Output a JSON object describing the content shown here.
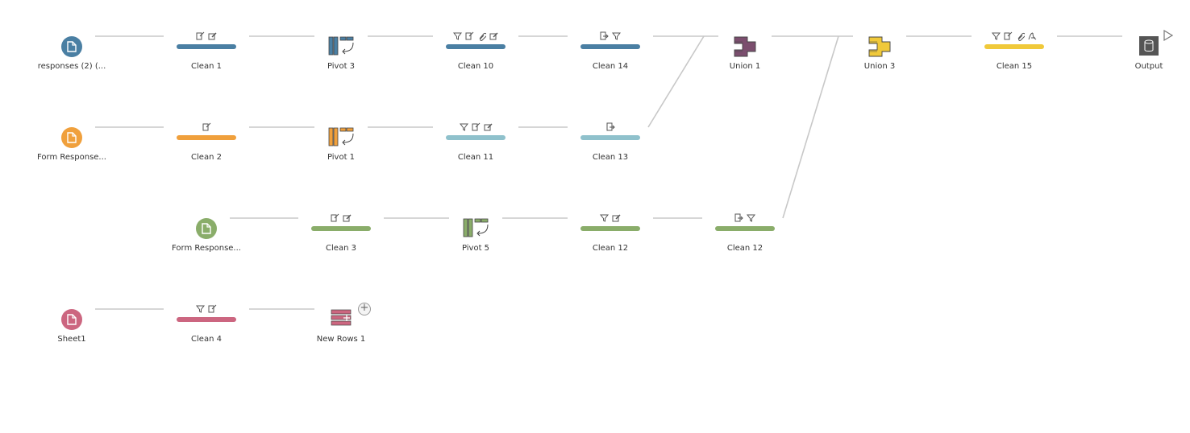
{
  "colors": {
    "blue": "#4a7fa3",
    "orange": "#f0a03c",
    "teal": "#8fc1cc",
    "green": "#8aad6a",
    "pink": "#cc6680",
    "purple": "#7b4e6e",
    "yellow": "#f0c93a",
    "gray": "#555555",
    "line": "#c8c8c8"
  },
  "nodes": [
    {
      "id": "n-responses",
      "kind": "input",
      "label": "responses (2) (...",
      "color": "blue",
      "col": 0,
      "row": 0
    },
    {
      "id": "n-clean1",
      "kind": "clean",
      "label": "Clean 1",
      "color": "blue",
      "col": 1,
      "row": 0,
      "icons": [
        "rename-icon",
        "edit-icon"
      ]
    },
    {
      "id": "n-pivot3",
      "kind": "pivot",
      "label": "Pivot 3",
      "color": "blue",
      "col": 2,
      "row": 0
    },
    {
      "id": "n-clean10",
      "kind": "clean",
      "label": "Clean 10",
      "color": "blue",
      "col": 3,
      "row": 0,
      "icons": [
        "filter-icon",
        "rename-icon",
        "clip-icon",
        "edit-icon"
      ]
    },
    {
      "id": "n-clean14",
      "kind": "clean",
      "label": "Clean 14",
      "color": "blue",
      "col": 4,
      "row": 0,
      "icons": [
        "calc-icon",
        "filter-icon"
      ]
    },
    {
      "id": "n-union1",
      "kind": "union",
      "label": "Union 1",
      "color": "purple",
      "col": 5,
      "row": 0
    },
    {
      "id": "n-union3",
      "kind": "union",
      "label": "Union 3",
      "color": "yellow",
      "col": 6,
      "row": 0
    },
    {
      "id": "n-clean15",
      "kind": "clean",
      "label": "Clean 15",
      "color": "yellow",
      "col": 7,
      "row": 0,
      "icons": [
        "filter-icon",
        "rename-icon",
        "clip-icon",
        "split-icon"
      ]
    },
    {
      "id": "n-output",
      "kind": "output",
      "label": "Output",
      "color": "gray",
      "col": 8,
      "row": 0
    },
    {
      "id": "n-form1",
      "kind": "input",
      "label": "Form Response...",
      "color": "orange",
      "col": 0,
      "row": 1
    },
    {
      "id": "n-clean2",
      "kind": "clean",
      "label": "Clean 2",
      "color": "orange",
      "col": 1,
      "row": 1,
      "icons": [
        "rename-icon"
      ]
    },
    {
      "id": "n-pivot1",
      "kind": "pivot",
      "label": "Pivot 1",
      "color": "orange",
      "col": 2,
      "row": 1
    },
    {
      "id": "n-clean11",
      "kind": "clean",
      "label": "Clean 11",
      "color": "teal",
      "col": 3,
      "row": 1,
      "icons": [
        "filter-icon",
        "rename-icon",
        "edit-icon"
      ]
    },
    {
      "id": "n-clean13",
      "kind": "clean",
      "label": "Clean 13",
      "color": "teal",
      "col": 4,
      "row": 1,
      "icons": [
        "calc-icon"
      ]
    },
    {
      "id": "n-form2",
      "kind": "input",
      "label": "Form Response...",
      "color": "green",
      "col": 1,
      "row": 2
    },
    {
      "id": "n-clean3",
      "kind": "clean",
      "label": "Clean 3",
      "color": "green",
      "col": 2,
      "row": 2,
      "icons": [
        "rename-icon",
        "edit-icon"
      ]
    },
    {
      "id": "n-pivot5",
      "kind": "pivot",
      "label": "Pivot 5",
      "color": "green",
      "col": 3,
      "row": 2
    },
    {
      "id": "n-clean12a",
      "kind": "clean",
      "label": "Clean 12",
      "color": "green",
      "col": 4,
      "row": 2,
      "icons": [
        "filter-icon",
        "edit-icon"
      ]
    },
    {
      "id": "n-clean12b",
      "kind": "clean",
      "label": "Clean 12",
      "color": "green",
      "col": 5,
      "row": 2,
      "icons": [
        "calc-icon",
        "filter-icon"
      ]
    },
    {
      "id": "n-sheet1",
      "kind": "input",
      "label": "Sheet1",
      "color": "pink",
      "col": 0,
      "row": 3
    },
    {
      "id": "n-clean4",
      "kind": "clean",
      "label": "Clean 4",
      "color": "pink",
      "col": 1,
      "row": 3,
      "icons": [
        "filter-icon",
        "rename-icon"
      ]
    },
    {
      "id": "n-newrows1",
      "kind": "newrows",
      "label": "New Rows 1",
      "color": "pink",
      "col": 2,
      "row": 3
    }
  ],
  "edges": [
    [
      "n-responses",
      "n-clean1"
    ],
    [
      "n-clean1",
      "n-pivot3"
    ],
    [
      "n-pivot3",
      "n-clean10"
    ],
    [
      "n-clean10",
      "n-clean14"
    ],
    [
      "n-clean14",
      "n-union1"
    ],
    [
      "n-union1",
      "n-union3"
    ],
    [
      "n-union3",
      "n-clean15"
    ],
    [
      "n-clean15",
      "n-output"
    ],
    [
      "n-form1",
      "n-clean2"
    ],
    [
      "n-clean2",
      "n-pivot1"
    ],
    [
      "n-pivot1",
      "n-clean11"
    ],
    [
      "n-clean11",
      "n-clean13"
    ],
    [
      "n-clean13",
      "n-union1"
    ],
    [
      "n-form2",
      "n-clean3"
    ],
    [
      "n-clean3",
      "n-pivot5"
    ],
    [
      "n-pivot5",
      "n-clean12a"
    ],
    [
      "n-clean12a",
      "n-clean12b"
    ],
    [
      "n-clean12b",
      "n-union3"
    ],
    [
      "n-sheet1",
      "n-clean4"
    ],
    [
      "n-clean4",
      "n-newrows1"
    ]
  ],
  "add_step": {
    "after": "n-newrows1",
    "symbol": "+"
  },
  "output_run": {
    "symbol": "▷",
    "name": "run-flow-icon"
  }
}
